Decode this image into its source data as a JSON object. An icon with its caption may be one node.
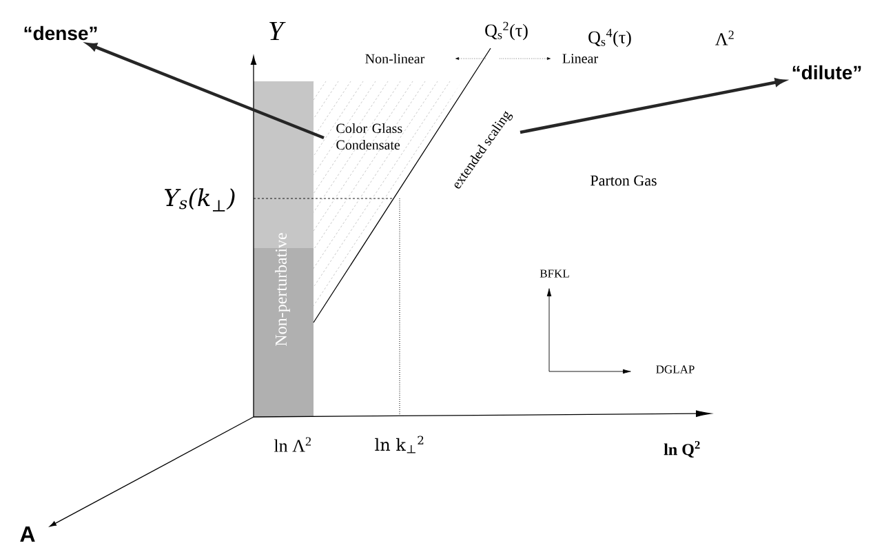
{
  "diagram": {
    "nodes": [
      {
        "text": [
          "“dense”"
        ]
      },
      {
        "text": [
          "“dilute”"
        ]
      }
    ],
    "edges": [
      {
        "from": null,
        "to": 0,
        "arrow": "to"
      },
      {
        "from": null,
        "to": 1,
        "arrow": "to"
      }
    ],
    "labels": [
      "Y",
      "Q$_{s}$$^{2}$(τ)",
      "Q$_{s}$$^{4}$(τ)",
      "Λ$^{2}$",
      "Non-linear",
      "Linear",
      "Color Glass Condensate",
      "extended scaling",
      "Y$_{s}$(k$_{⊥}$)",
      "Parton Gas",
      "Non-perturbative",
      "BFKL",
      "DGLAP",
      "ln Λ$^{2}$",
      "ln k$_{⊥}$$^{2}$",
      "ln Q$^{2}$",
      "A"
    ]
  }
}
